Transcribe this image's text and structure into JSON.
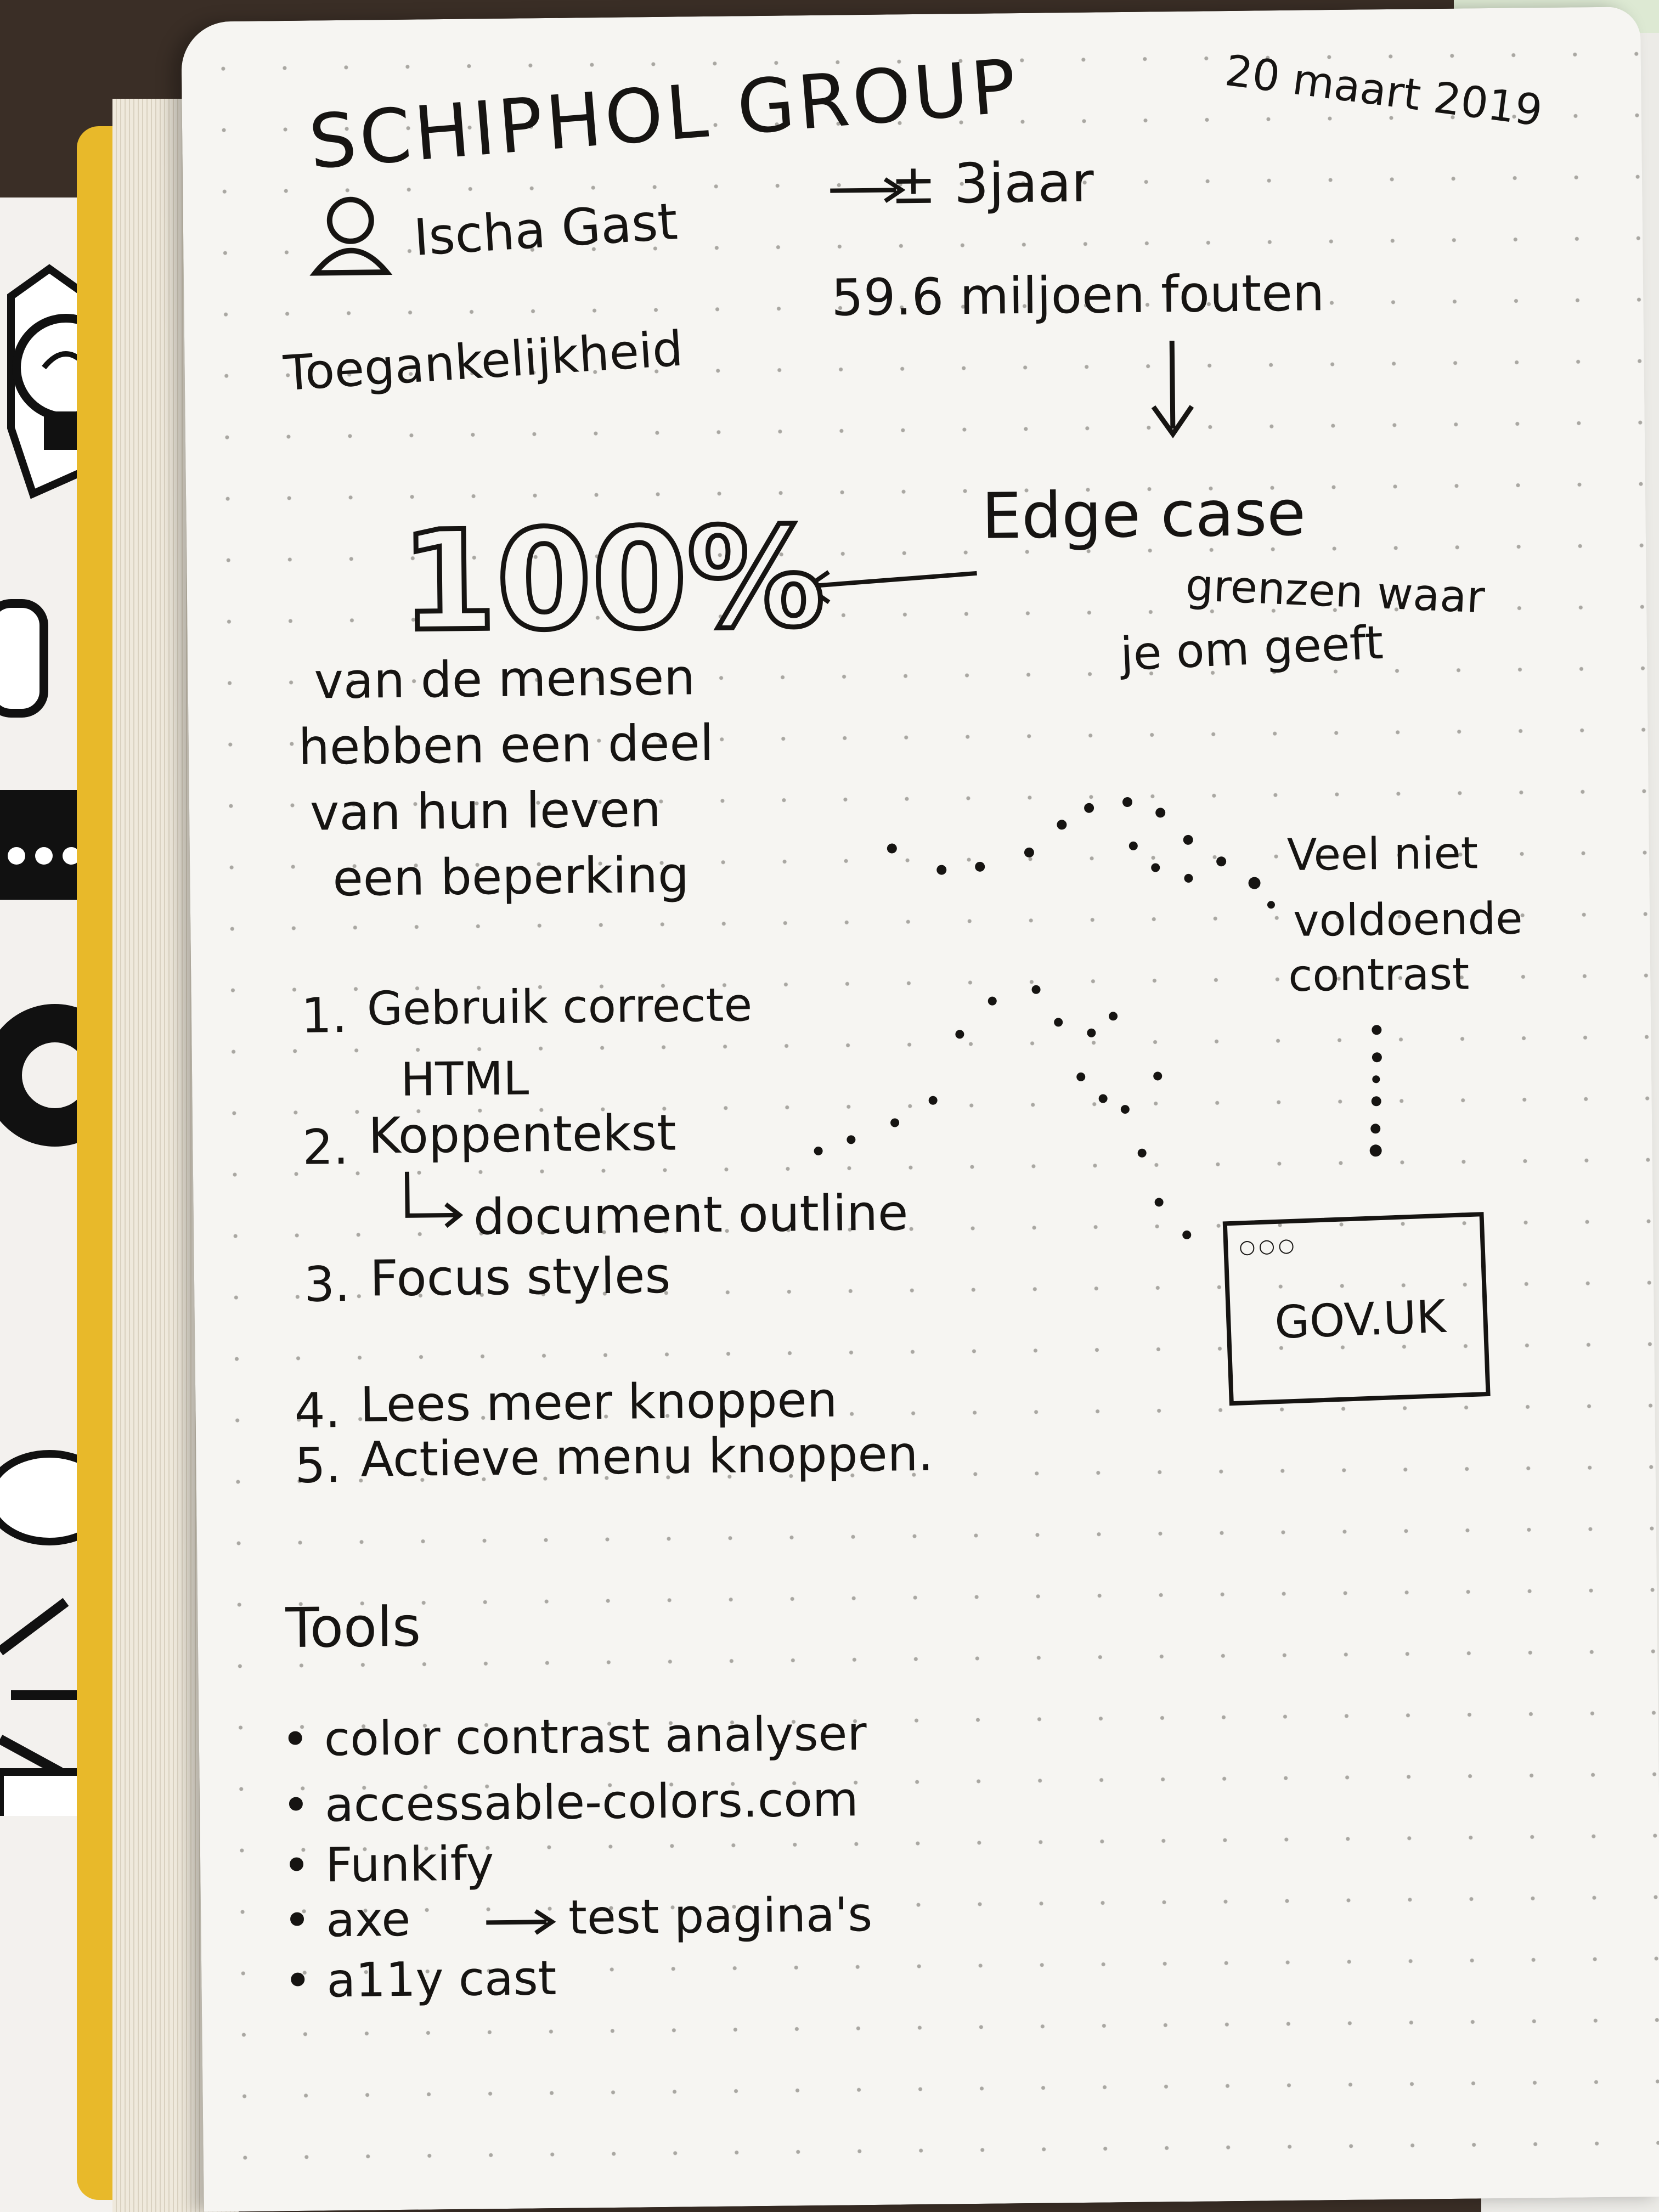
{
  "header": {
    "title": "SCHIPHOL GROUP",
    "date": "20 maart 2019",
    "speaker": "Ischa Gast",
    "duration": "± 3jaar"
  },
  "topics": {
    "accessibility": "Toegankelijkheid",
    "errors": "59.6 miljoen fouten",
    "edge_case": "Edge case",
    "edge_case_note_1": "grenzen waar",
    "edge_case_note_2": "je om geeft"
  },
  "stat": {
    "value": "100%",
    "line_1": "van de mensen",
    "line_2": "hebben een deel",
    "line_3": "van hun leven",
    "line_4": "een beperking"
  },
  "contrast_note": {
    "line_1": "Veel niet",
    "line_2": "voldoende",
    "line_3": "contrast"
  },
  "browser_sketch": {
    "label": "GOV.UK"
  },
  "list": {
    "item_1_num": "1.",
    "item_1": "Gebruik correcte",
    "item_1b": "HTML",
    "item_2_num": "2.",
    "item_2": "Koppentekst",
    "item_2_sub": "document outline",
    "item_3_num": "3.",
    "item_3": "Focus styles",
    "item_4_num": "4.",
    "item_4": "Lees meer knoppen",
    "item_5_num": "5.",
    "item_5": "Actieve menu knoppen."
  },
  "tools": {
    "heading": "Tools",
    "items": [
      "color contrast analyser",
      "accessable-colors.com",
      "Funkify",
      "axe",
      "a11y cast"
    ],
    "axe_note": "test pagina's"
  },
  "colors": {
    "ink": "#161412",
    "paper": "#f6f5f2",
    "yellow_edge": "#e8b92a"
  }
}
